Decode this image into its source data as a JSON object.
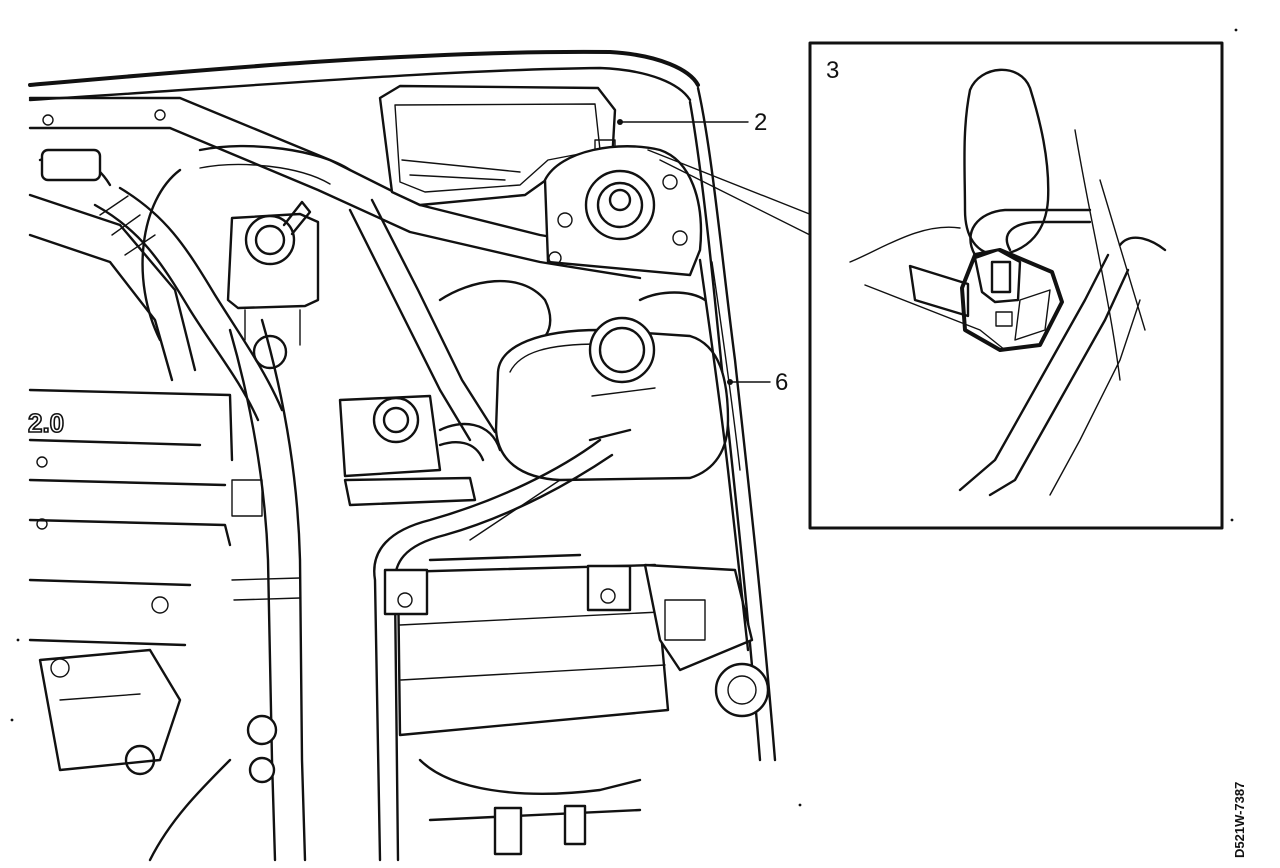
{
  "diagram": {
    "callouts": {
      "two": "2",
      "six": "6",
      "three": "3"
    },
    "engine_marking": "2.0",
    "reference_code": "D521W-7387"
  }
}
